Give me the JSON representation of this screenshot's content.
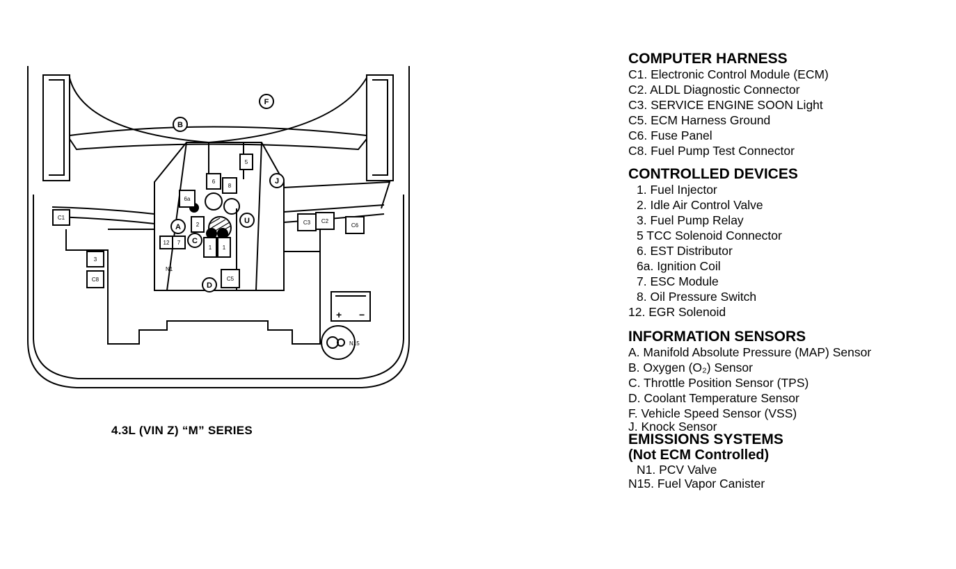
{
  "caption": "4.3L (VIN Z) “M” SERIES",
  "sections": {
    "computer_harness": {
      "title": "COMPUTER HARNESS",
      "items": [
        "C1. Electronic Control Module (ECM)",
        "C2. ALDL Diagnostic Connector",
        "C3. SERVICE ENGINE SOON Light",
        "C5. ECM Harness Ground",
        "C6. Fuse Panel",
        "C8. Fuel Pump Test Connector"
      ]
    },
    "controlled_devices": {
      "title": "CONTROLLED DEVICES",
      "items": [
        "1. Fuel Injector",
        "2. Idle Air Control Valve",
        "3. Fuel Pump Relay",
        "5  TCC Solenoid Connector",
        "6. EST Distributor",
        "6a. Ignition Coil",
        "7. ESC Module",
        "8. Oil Pressure Switch",
        "12. EGR Solenoid"
      ]
    },
    "information_sensors": {
      "title": "INFORMATION SENSORS",
      "items": [
        "A. Manifold Absolute Pressure (MAP) Sensor",
        "B. Oxygen (O₂) Sensor",
        "C. Throttle Position Sensor (TPS)",
        "D. Coolant Temperature Sensor",
        "F. Vehicle Speed Sensor (VSS)",
        "J. Knock Sensor"
      ]
    },
    "emissions_systems": {
      "title": "EMISSIONS SYSTEMS",
      "subtitle": "(Not ECM Controlled)",
      "items": [
        "N1. PCV Valve",
        "N15. Fuel Vapor Canister"
      ]
    }
  },
  "diagram_labels": {
    "F": "F",
    "B": "B",
    "J": "J",
    "U": "U",
    "A": "A",
    "C": "C",
    "D": "D",
    "C1": "C1",
    "C2": "C2",
    "C3": "C3",
    "C5": "C5",
    "C6": "C6",
    "C8": "C8",
    "N1": "N1",
    "N15": "N15",
    "n1": "1",
    "n2": "2",
    "n3": "3",
    "n5": "5",
    "n6": "6",
    "n6a": "6a",
    "n7": "7",
    "n8": "8",
    "n12": "12",
    "plus": "+",
    "minus": "−"
  }
}
